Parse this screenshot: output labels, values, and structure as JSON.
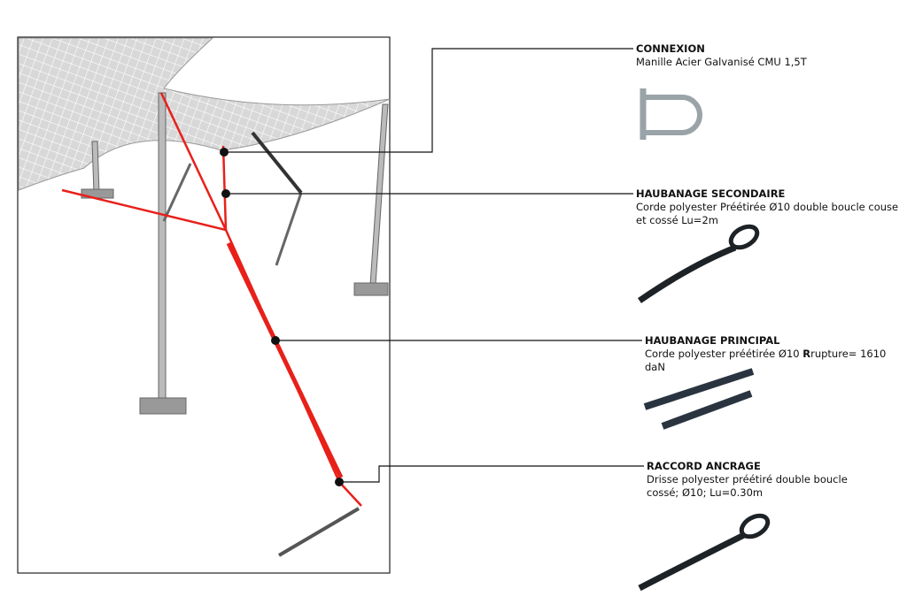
{
  "components": [
    {
      "title": "CONNEXION",
      "desc": "Manille Acier Galvanisé CMU 1,5T",
      "icon": "shackle-icon"
    },
    {
      "title": "HAUBANAGE SECONDAIRE",
      "desc": "Corde polyester Préétirée Ø10 double boucle couse et cossé Lu=2m",
      "icon": "rope-loop-icon"
    },
    {
      "title": "HAUBANAGE PRINCIPAL",
      "desc_pre": "Corde polyester préétirée Ø10 ",
      "desc_bold": "R",
      "desc_post": "rupture= 1610 daN",
      "icon": "rope-icon"
    },
    {
      "title": "RACCORD ANCRAGE",
      "desc": "Drisse polyester préétiré double boucle cossé; Ø10; Lu=0.30m",
      "icon": "rope-loop-icon"
    }
  ],
  "colors": {
    "guy": "#e8201a",
    "leader": "#111111"
  }
}
